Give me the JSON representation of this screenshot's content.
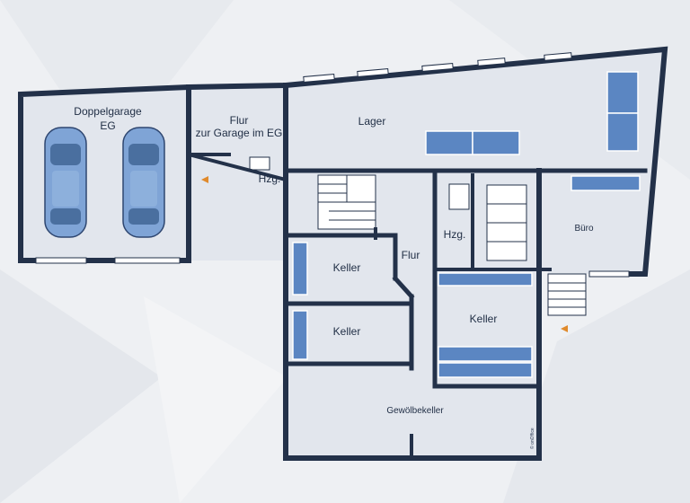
{
  "rooms": {
    "garage": "Doppelgarage",
    "garage_sub": "EG",
    "flur_garage_1": "Flur",
    "flur_garage_2": "zur Garage im EG",
    "hzg_small": "Hzg.",
    "lager": "Lager",
    "hzg_mid": "Hzg.",
    "buero": "Büro",
    "flur": "Flur",
    "keller_1": "Keller",
    "keller_2": "Keller",
    "keller_3": "Keller",
    "gewoelbekeller": "Gewölbekeller"
  },
  "watermark": "© onOffice",
  "colors": {
    "wall": "#233149",
    "floor": "#e2e6ed",
    "furniture": "#5b86c2",
    "background": "#eef0f3"
  }
}
